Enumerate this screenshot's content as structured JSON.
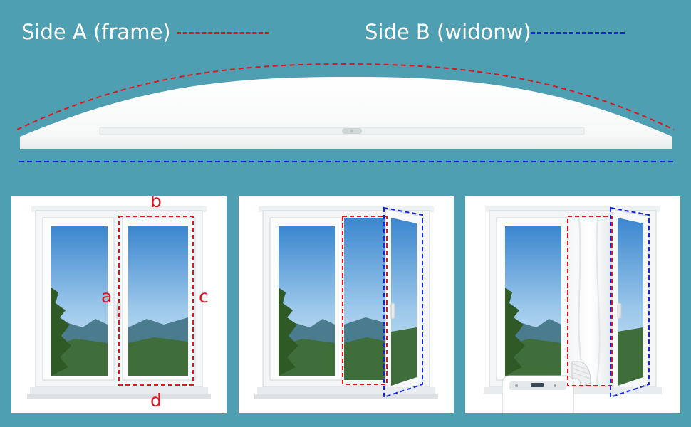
{
  "legend": {
    "side_a": {
      "label": "Side A (frame)",
      "color": "#e0141c"
    },
    "side_b": {
      "label": "Side B (widonw)",
      "color": "#1424e0"
    }
  },
  "panels": [
    {
      "name": "closed-window",
      "labels": {
        "a": "a",
        "b": "b",
        "c": "c",
        "d": "d"
      }
    },
    {
      "name": "open-window"
    },
    {
      "name": "window-with-seal"
    }
  ],
  "icons": [
    "seal-fabric-icon",
    "air-conditioner-icon",
    "exhaust-hose-icon",
    "window-handle-icon"
  ]
}
